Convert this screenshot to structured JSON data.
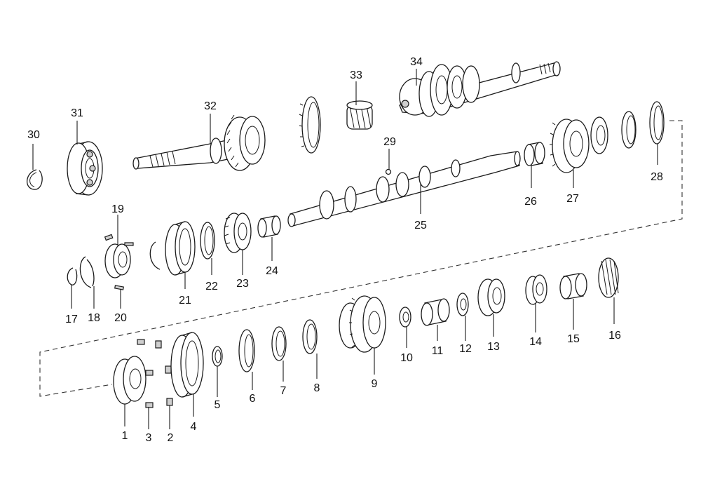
{
  "parts": [
    {
      "id": "p1",
      "label": "1"
    },
    {
      "id": "p2",
      "label": "2"
    },
    {
      "id": "p3",
      "label": "3"
    },
    {
      "id": "p4",
      "label": "4"
    },
    {
      "id": "p5",
      "label": "5"
    },
    {
      "id": "p6",
      "label": "6"
    },
    {
      "id": "p7",
      "label": "7"
    },
    {
      "id": "p8",
      "label": "8"
    },
    {
      "id": "p9",
      "label": "9"
    },
    {
      "id": "p10",
      "label": "10"
    },
    {
      "id": "p11",
      "label": "11"
    },
    {
      "id": "p12",
      "label": "12"
    },
    {
      "id": "p13",
      "label": "13"
    },
    {
      "id": "p14",
      "label": "14"
    },
    {
      "id": "p15",
      "label": "15"
    },
    {
      "id": "p16",
      "label": "16"
    },
    {
      "id": "p17",
      "label": "17"
    },
    {
      "id": "p18",
      "label": "18"
    },
    {
      "id": "p19",
      "label": "19"
    },
    {
      "id": "p20",
      "label": "20"
    },
    {
      "id": "p21",
      "label": "21"
    },
    {
      "id": "p22",
      "label": "22"
    },
    {
      "id": "p23",
      "label": "23"
    },
    {
      "id": "p24",
      "label": "24"
    },
    {
      "id": "p25",
      "label": "25"
    },
    {
      "id": "p26",
      "label": "26"
    },
    {
      "id": "p27",
      "label": "27"
    },
    {
      "id": "p28",
      "label": "28"
    },
    {
      "id": "p29",
      "label": "29"
    },
    {
      "id": "p30",
      "label": "30"
    },
    {
      "id": "p31",
      "label": "31"
    },
    {
      "id": "p32",
      "label": "32"
    },
    {
      "id": "p33",
      "label": "33"
    },
    {
      "id": "p34",
      "label": "34"
    }
  ]
}
